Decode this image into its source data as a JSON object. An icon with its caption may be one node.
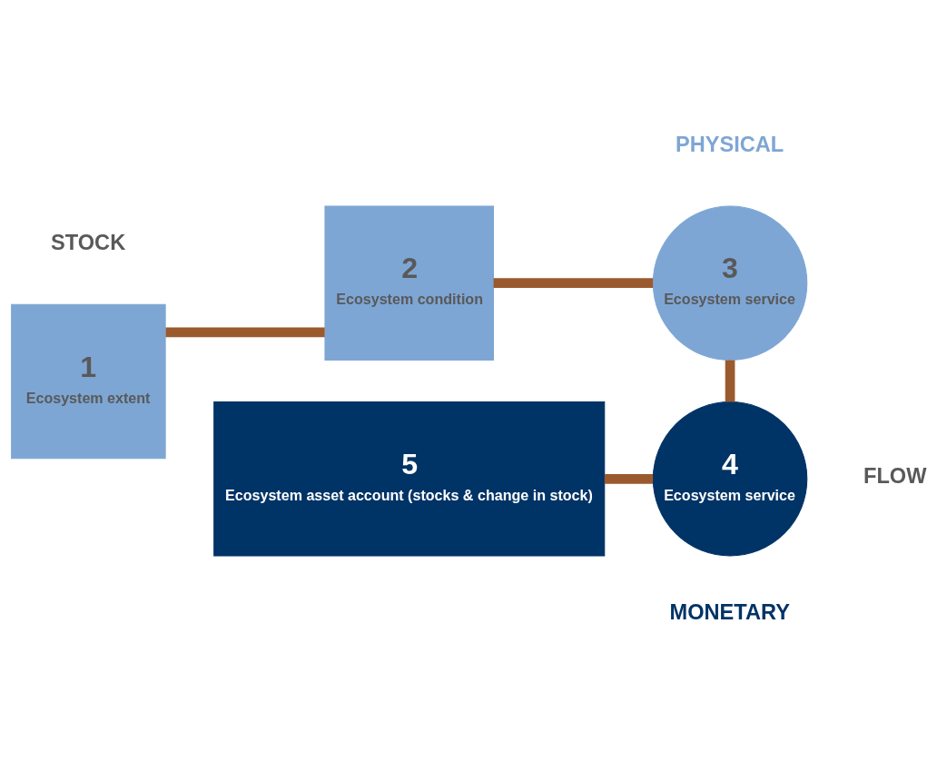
{
  "diagram": {
    "nodes": [
      {
        "text": [
          "1",
          "Ecosystem extent"
        ]
      },
      {
        "text": [
          "2",
          "Ecosystem condition"
        ]
      },
      {
        "text": [
          "3",
          "Ecosystem service"
        ]
      },
      {
        "text": [
          "4",
          "Ecosystem service"
        ]
      },
      {
        "text": [
          "5",
          "Ecosystem asset account (stocks & change in stock)"
        ]
      }
    ],
    "edges": [
      {
        "from": 0,
        "to": 1,
        "arrow": "none"
      },
      {
        "from": 1,
        "to": 2,
        "arrow": "none"
      },
      {
        "from": 2,
        "to": 3,
        "arrow": "none"
      },
      {
        "from": 4,
        "to": 3,
        "arrow": "none"
      }
    ],
    "labels": [
      "PHYSICAL",
      "STOCK",
      "FLOW",
      "MONETARY"
    ]
  }
}
